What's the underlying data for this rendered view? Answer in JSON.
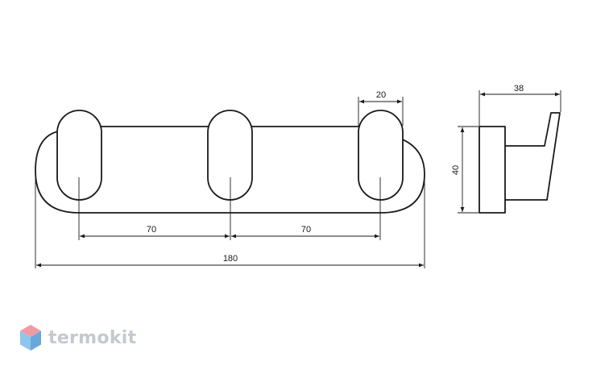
{
  "dimensions": {
    "spacing_left": "70",
    "spacing_right": "70",
    "overall_length": "180",
    "hook_width": "20",
    "depth": "38",
    "height": "40"
  },
  "brand": {
    "name": "termokit",
    "logo_icon": "hexagon-cube-icon",
    "colors": {
      "top": "#f29aa2",
      "left": "#8ec5ec",
      "right": "#6aa7dd",
      "text": "#c4c9d0"
    }
  },
  "colors": {
    "line": "#1a1a1a",
    "background": "#ffffff"
  }
}
